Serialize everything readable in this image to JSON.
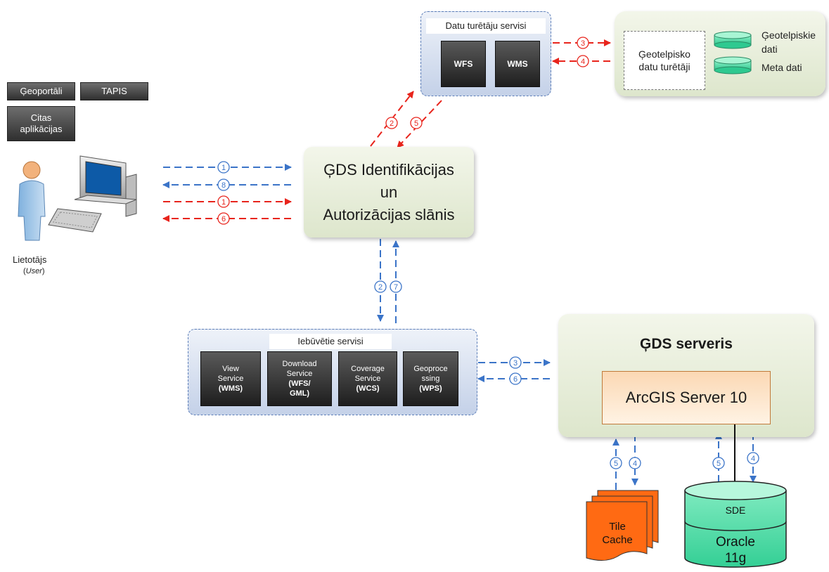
{
  "apps": {
    "geoportali": "Ģeoportāli",
    "tapis": "TAPIS",
    "citas": "Citas aplikācijas"
  },
  "user": {
    "label": "Lietotājs",
    "sublabel_open": "(",
    "sublabel_italic": "User",
    "sublabel_close": ")"
  },
  "auth_layer": {
    "line1": "ĢDS Identifikācijas",
    "line2": "un",
    "line3": "Autorizācijas slānis"
  },
  "provider_services": {
    "title": "Datu turētāju servisi",
    "items": [
      "WFS",
      "WMS"
    ]
  },
  "provider_data": {
    "holders_line1": "Ģeotelpisko",
    "holders_line2": "datu turētāji",
    "db1_line1": "Ģeotelpiskie",
    "db1_line2": "dati",
    "db2": "Meta dati"
  },
  "builtin_services": {
    "title": "Iebūvētie servisi",
    "items": [
      {
        "name": "View Service",
        "code": "(WMS)"
      },
      {
        "name": "Download Service",
        "code": "(WFS/ GML)"
      },
      {
        "name": "Coverage Service",
        "code": "(WCS)"
      },
      {
        "name": "Geoproce ssing",
        "code": "(WPS)"
      }
    ]
  },
  "gds_server": {
    "title": "ĢDS serveris",
    "arcgis": "ArcGIS Server 10"
  },
  "tile_cache": {
    "line1": "Tile",
    "line2": "Cache"
  },
  "oracle": {
    "sde": "SDE",
    "line1": "Oracle",
    "line2": "11g"
  },
  "steps": {
    "user_to_auth_blue": "1",
    "auth_to_user_blue": "8",
    "user_to_auth_red": "1",
    "auth_to_user_red": "6",
    "auth_to_provider": "2",
    "provider_to_auth": "5",
    "provider_query": "3",
    "provider_reply": "4",
    "auth_to_builtin": "2",
    "builtin_to_auth": "7",
    "builtin_to_server": "3",
    "server_to_builtin": "6",
    "tile_up": "5",
    "tile_down": "4",
    "oracle_up": "5",
    "oracle_down": "4"
  },
  "colors": {
    "blue_arrow": "#3b74c8",
    "red_arrow": "#e8241c",
    "tile_orange": "#ff6a13",
    "db_green": "#3fd8a0",
    "arcgis_fill": "#fbd8b4"
  }
}
